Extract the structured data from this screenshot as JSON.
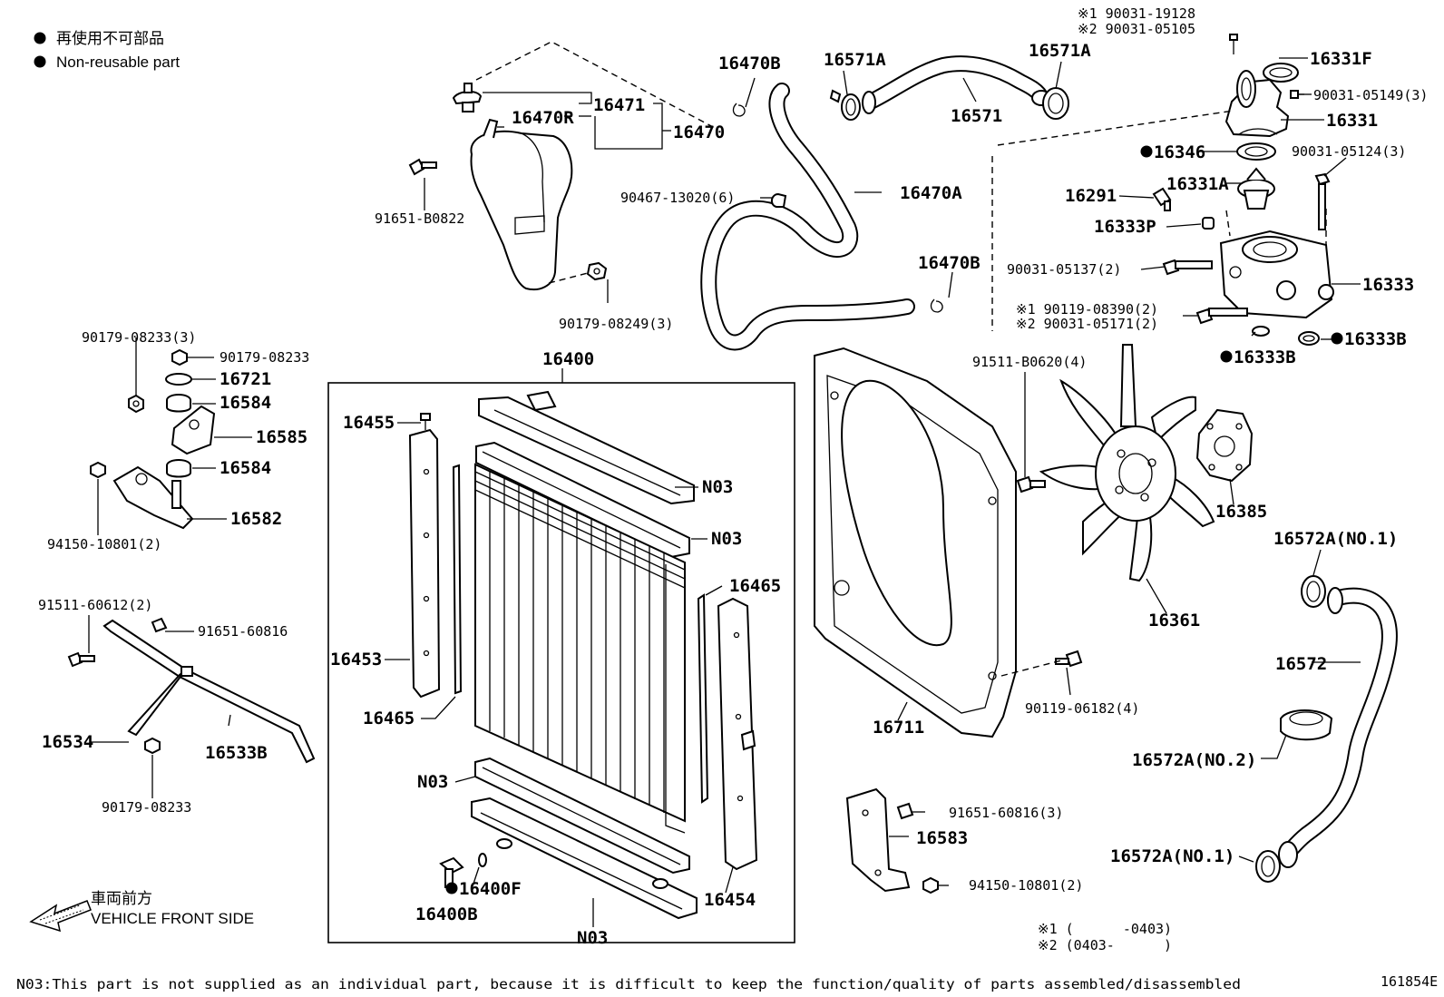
{
  "legend": {
    "non_reusable_jp": "再使用不可部品",
    "non_reusable_en": "Non-reusable part",
    "front_jp": "車両前方",
    "front_en": "VEHICLE FRONT SIDE"
  },
  "footer": {
    "note": "N03:This part is not supplied as an individual part, because it is difficult to keep the function/quality of parts assembled/disassembled",
    "diagram_id": "161854E"
  },
  "validity": {
    "line1": "※1 (      -0403)",
    "line2": "※2 (0403-      )"
  },
  "parts": {
    "p16470B_top": "16470B",
    "p16571A_l": "16571A",
    "p16571A_r": "16571A",
    "p16571": "16571",
    "p90031_19128": "※1 90031-19128",
    "p90031_05105": "※2 90031-05105",
    "p16331F": "16331F",
    "p90031_05149": "90031-05149(3)",
    "p16331": "16331",
    "p16346": "16346",
    "p90031_05124": "90031-05124(3)",
    "p16331A": "16331A",
    "p16291": "16291",
    "p16333P": "16333P",
    "p90031_05137": "90031-05137(2)",
    "p16333": "16333",
    "p90119_08390": "※1 90119-08390(2)",
    "p90031_05171": "※2 90031-05171(2)",
    "p16333B_a": "16333B",
    "p16333B_b": "16333B",
    "p16471": "16471",
    "p16470R": "16470R",
    "p16470": "16470",
    "p91651_B0822": "91651-B0822",
    "p90467_13020": "90467-13020(6)",
    "p16470A": "16470A",
    "p16470B_mid": "16470B",
    "p90179_08249": "90179-08249(3)",
    "p90179_08233_3": "90179-08233(3)",
    "p90179_08233_a": "90179-08233",
    "p16721": "16721",
    "p16584_a": "16584",
    "p16585": "16585",
    "p16584_b": "16584",
    "p16582": "16582",
    "p94150_10801": "94150-10801(2)",
    "p91511_60612": "91511-60612(2)",
    "p91651_60816": "91651-60816",
    "p16534": "16534",
    "p16533B": "16533B",
    "p90179_08233_b": "90179-08233",
    "p16400": "16400",
    "p16455": "16455",
    "pN03_1": "N03",
    "pN03_2": "N03",
    "p16465_r": "16465",
    "p16453": "16453",
    "p16465_l": "16465",
    "pN03_3": "N03",
    "p16400F": "16400F",
    "p16400B": "16400B",
    "p16454": "16454",
    "pN03_4": "N03",
    "p91511_B0620": "91511-B0620(4)",
    "p16385": "16385",
    "p16361": "16361",
    "p16711": "16711",
    "p90119_06182": "90119-06182(4)",
    "p16572A_no1_top": "16572A(NO.1)",
    "p16572": "16572",
    "p16572A_no2": "16572A(NO.2)",
    "p16572A_no1_bot": "16572A(NO.1)",
    "p91651_60816_3": "91651-60816(3)",
    "p16583": "16583",
    "p94150_10801_2": "94150-10801(2)"
  }
}
